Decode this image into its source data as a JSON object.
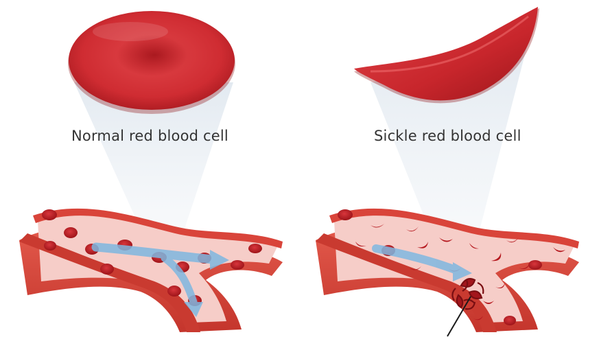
{
  "colors": {
    "cell_red": "#c8262c",
    "cell_dark": "#8e1418",
    "vessel_outer": "#d6453a",
    "vessel_inner": "#f7d3cf",
    "flow_arrow": "#7fb7e0",
    "beam": "#dfe7ef",
    "caption_text": "#333333"
  },
  "panels": {
    "normal": {
      "caption": "Normal red blood cell",
      "cell_shape": "biconcave-disc",
      "flow": "unobstructed"
    },
    "sickle": {
      "caption": "Sickle red blood cell",
      "cell_shape": "crescent",
      "flow": "blocked-by-cluster"
    }
  }
}
